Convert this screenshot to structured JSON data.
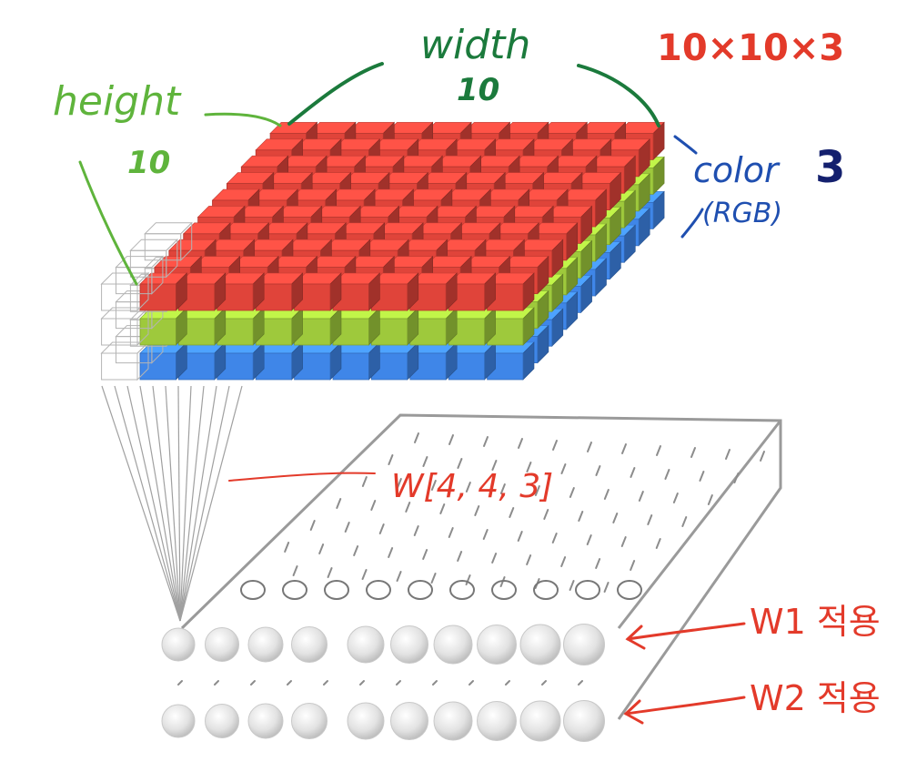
{
  "labels": {
    "width_word": "width",
    "width_num": "10",
    "height_word": "height",
    "height_num": "10",
    "dims": "10×10×3",
    "color_word": "color",
    "color_num": "3",
    "rgb": "(RGB)",
    "filter": "W[4, 4, 3]",
    "w1": "W1 적용",
    "w2": "W2 적용"
  },
  "volume": {
    "cols": 10,
    "rows": 10,
    "channels": [
      {
        "name": "R",
        "color": "#e0443a"
      },
      {
        "name": "G",
        "color": "#9ec93c"
      },
      {
        "name": "B",
        "color": "#3f86e8"
      }
    ],
    "filter_size": [
      4,
      4,
      3
    ]
  },
  "colors": {
    "width_ink": "#1b7a3c",
    "height_ink": "#5fb43c",
    "red_ink": "#e33a2a",
    "blue_ink": "#1f4fb0",
    "navy_ink": "#14206e",
    "gray": "#9a9a9a"
  },
  "output": {
    "row_count": 2,
    "neurons_per_row": 10
  }
}
